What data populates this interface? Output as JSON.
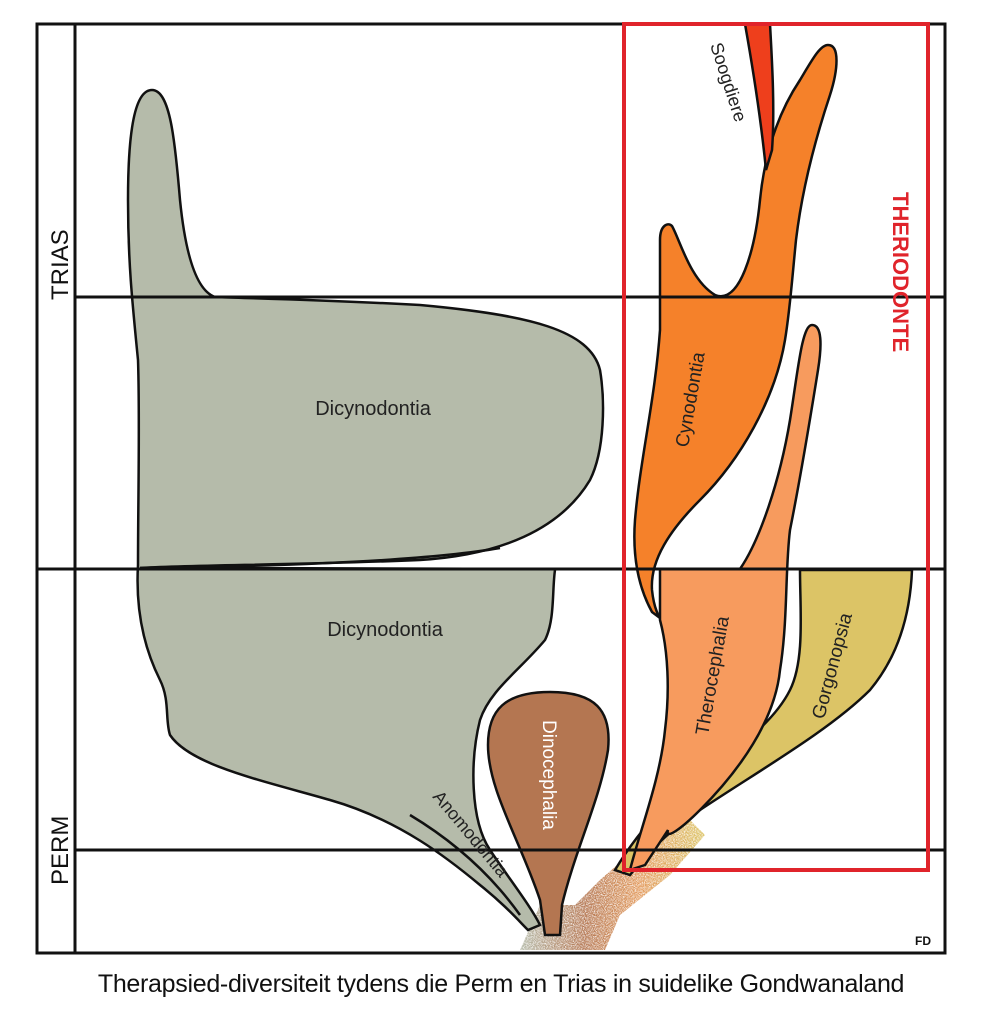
{
  "title": "Therapsied-diversiteit tydens die Perm en Trias in suidelike Gondwanaland",
  "periods": [
    {
      "name": "TRIAS"
    },
    {
      "name": "PERM"
    }
  ],
  "group_box": {
    "label": "THERIODONTE",
    "color": "#e0242b"
  },
  "clades": [
    {
      "id": "dicynodontia-trias",
      "label": "Dicynodontia",
      "color": "#b5bbaa",
      "period": "TRIAS"
    },
    {
      "id": "dicynodontia-perm",
      "label": "Dicynodontia",
      "color": "#b5bbaa",
      "period": "PERM"
    },
    {
      "id": "anomodontia",
      "label": "Anomodontia",
      "color": "#b5bbaa",
      "period": "PERM"
    },
    {
      "id": "dinocephalia",
      "label": "Dinocephalia",
      "color": "#b47651",
      "period": "PERM"
    },
    {
      "id": "therocephalia",
      "label": "Therocephalia",
      "color": "#f79b5e",
      "period": "PERM-TRIAS"
    },
    {
      "id": "gorgonopsia",
      "label": "Gorgonopsia",
      "color": "#dcc466",
      "period": "PERM"
    },
    {
      "id": "cynodontia",
      "label": "Cynodontia",
      "color": "#f5812a",
      "period": "PERM-TRIAS"
    },
    {
      "id": "soogdiere",
      "label": "Soogdiere",
      "color": "#ee3f1c",
      "period": "TRIAS"
    }
  ],
  "signature": "FD"
}
